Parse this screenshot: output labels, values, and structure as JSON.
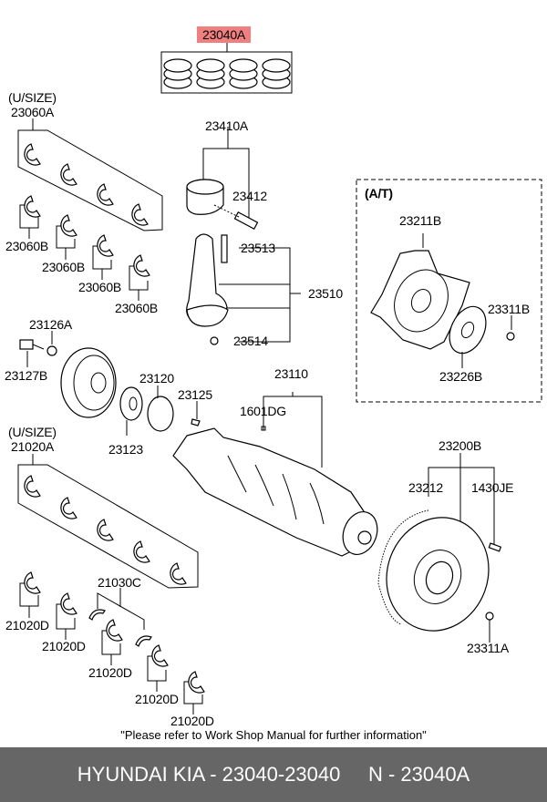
{
  "diagram": {
    "title_part": "23040A",
    "labels": {
      "p23040A": "23040A",
      "usize1": "(U/SIZE)",
      "p23060A": "23060A",
      "p23060B_1": "23060B",
      "p23060B_2": "23060B",
      "p23060B_3": "23060B",
      "p23060B_4": "23060B",
      "p23410A": "23410A",
      "p23412": "23412",
      "p23513": "23513",
      "p23510": "23510",
      "p23514": "23514",
      "at_box": "(A/T)",
      "p23211B": "23211B",
      "p23311B": "23311B",
      "p23226B": "23226B",
      "p23126A": "23126A",
      "p23127B": "23127B",
      "p23120": "23120",
      "p23123": "23123",
      "p23125": "23125",
      "p23110": "23110",
      "p1601DG": "1601DG",
      "usize2": "(U/SIZE)",
      "p21020A": "21020A",
      "p21030C": "21030C",
      "p21020D_1": "21020D",
      "p21020D_2": "21020D",
      "p21020D_3": "21020D",
      "p21020D_4": "21020D",
      "p21020D_5": "21020D",
      "p23200B": "23200B",
      "p23212": "23212",
      "p1430JE": "1430JE",
      "p23311A": "23311A"
    },
    "highlight_color": "#f08080"
  },
  "note": "\"Please refer to Work Shop Manual for further information\"",
  "footer": {
    "brand_part": "HYUNDAI KIA - 23040-23040",
    "number": "N - 23040A",
    "background": "#666666"
  }
}
